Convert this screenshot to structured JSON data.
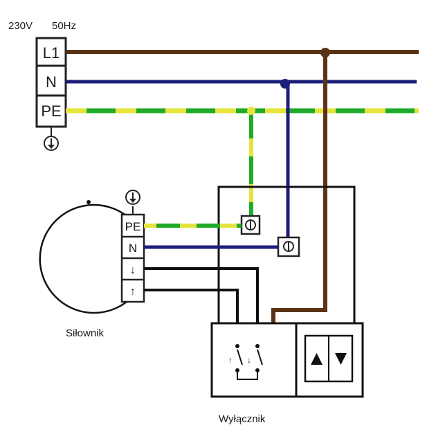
{
  "supply": {
    "voltage": "230V",
    "frequency": "50Hz"
  },
  "supply_terminals": [
    "L1",
    "N",
    "PE"
  ],
  "actuator": {
    "label": "Siłownik",
    "terminals": [
      "PE",
      "N",
      "↓",
      "↑"
    ]
  },
  "switch": {
    "label": "Wyłącznik"
  },
  "wire_colors": {
    "phase": "#5a3317",
    "neutral": "#1c1f7a",
    "earth_green": "#1faa2a",
    "earth_yellow": "#e6e43a",
    "black": "#111111"
  },
  "icons": [
    "ground-symbol-icon",
    "terminal-screw-icon",
    "up-arrow-icon",
    "down-arrow-icon"
  ]
}
